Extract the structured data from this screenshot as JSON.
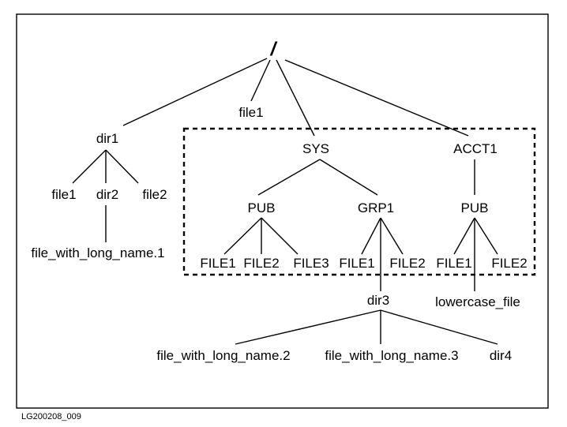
{
  "diagram": {
    "root": "/",
    "root_children": {
      "file1": "file1",
      "dir1": "dir1",
      "sys": "SYS",
      "acct1": "ACCT1"
    },
    "dir1_children": {
      "file1": "file1",
      "dir2": "dir2",
      "file2": "file2"
    },
    "dir2_children": {
      "long_name_1": "file_with_long_name.1"
    },
    "sys_children": {
      "pub": "PUB",
      "grp1": "GRP1"
    },
    "acct1_children": {
      "pub": "PUB"
    },
    "sys_pub_files": [
      "FILE1",
      "FILE2",
      "FILE3"
    ],
    "grp1_children": {
      "file1": "FILE1",
      "file2": "FILE2",
      "dir3": "dir3"
    },
    "acct1_pub_children": {
      "file1": "FILE1",
      "file2": "FILE2",
      "lowercase_file": "lowercase_file"
    },
    "dir3_children": {
      "long_name_2": "file_with_long_name.2",
      "long_name_3": "file_with_long_name.3",
      "dir4": "dir4"
    },
    "figure_id": "LG200208_009"
  }
}
